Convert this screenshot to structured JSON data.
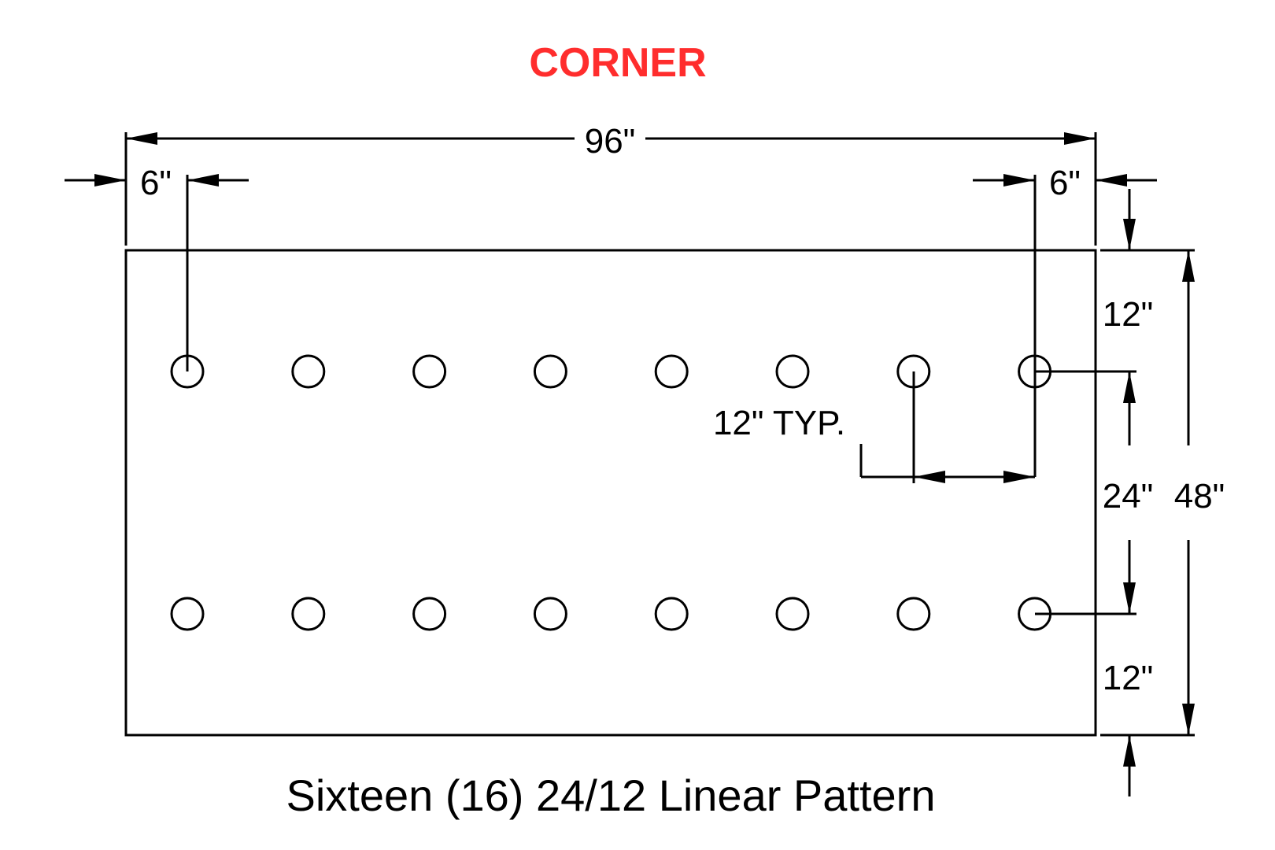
{
  "title": "CORNER",
  "caption": "Sixteen (16) 24/12 Linear Pattern",
  "colors": {
    "title": "#ff2d2d",
    "line": "#000000",
    "background": "#ffffff"
  },
  "dimensions": {
    "overall_width": "96\"",
    "left_edge_offset": "6\"",
    "right_edge_offset": "6\"",
    "top_edge_offset": "12\"",
    "bottom_edge_offset": "12\"",
    "row_spacing": "24\"",
    "overall_height": "48\"",
    "hole_spacing": "12\" TYP."
  },
  "pattern": {
    "rows": 2,
    "holes_per_row": 8,
    "total_holes": 16
  }
}
